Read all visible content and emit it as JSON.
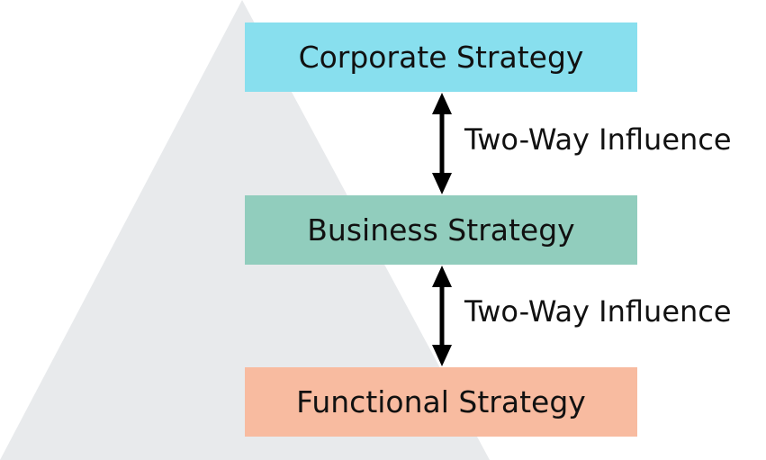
{
  "levels": [
    {
      "label": "Corporate Strategy",
      "color": "#88DFEE"
    },
    {
      "label": "Business Strategy",
      "color": "#91CDBD"
    },
    {
      "label": "Functional Strategy",
      "color": "#F8BBA0"
    }
  ],
  "connections": [
    {
      "label": "Two-Way Influence"
    },
    {
      "label": "Two-Way Influence"
    }
  ],
  "colors": {
    "pyramid": "#E8EAEC",
    "arrow": "#000000",
    "text": "#111111"
  }
}
